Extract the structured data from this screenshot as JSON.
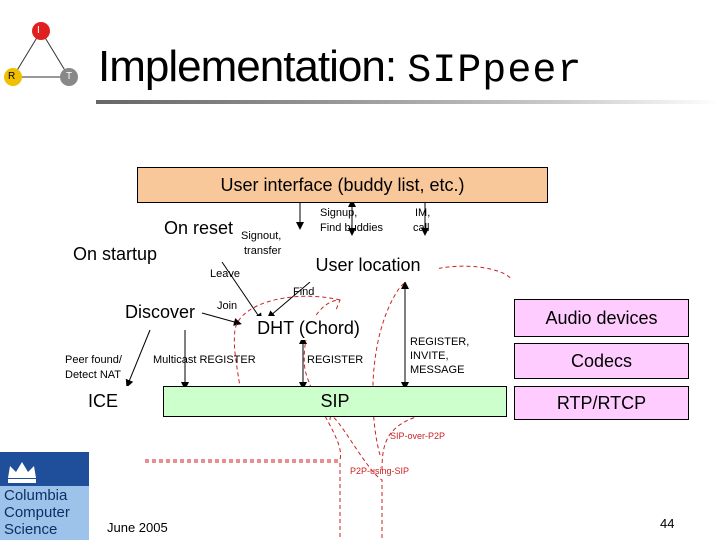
{
  "title": {
    "prefix": "Implementation:",
    "name": "SIPpeer"
  },
  "logo": {
    "nodes": [
      "I",
      "R",
      "T"
    ]
  },
  "boxes": {
    "ui": "User interface (buddy list, etc.)",
    "user_location": "User location",
    "dht": "DHT (Chord)",
    "sip": "SIP",
    "ice": "ICE",
    "audio_devices": "Audio devices",
    "codecs": "Codecs",
    "rtp": "RTP/RTCP"
  },
  "labels": {
    "on_reset": "On reset",
    "on_startup": "On startup",
    "signout_1": "Signout,",
    "signout_2": "transfer",
    "leave": "Leave",
    "signup_1": "Signup,",
    "signup_2": "Find buddies",
    "im_1": "IM,",
    "im_2": "call",
    "find": "Find",
    "discover": "Discover",
    "join": "Join",
    "peer_found_1": "Peer found/",
    "peer_found_2": "Detect NAT",
    "multicast": "Multicast REGISTER",
    "register": "REGISTER",
    "rim_1": "REGISTER,",
    "rim_2": "INVITE,",
    "rim_3": "MESSAGE",
    "sip_over_p2p": "SIP-over-P2P",
    "p2p_using_sip": "P2P-using-SIP"
  },
  "footer": {
    "org_1": "Columbia",
    "org_2": "Computer",
    "org_3": "Science",
    "date": "June 2005",
    "page": "44"
  },
  "colors": {
    "ui_fill": "#f9c89a",
    "sip_fill": "#ccffcc",
    "audio_fill": "#ffccff",
    "columbia_blue": "#1f4f9a",
    "dashed_red": "#cc2222",
    "logo_red": "#e02020",
    "logo_yellow": "#f0c000",
    "logo_gray": "#888888"
  }
}
